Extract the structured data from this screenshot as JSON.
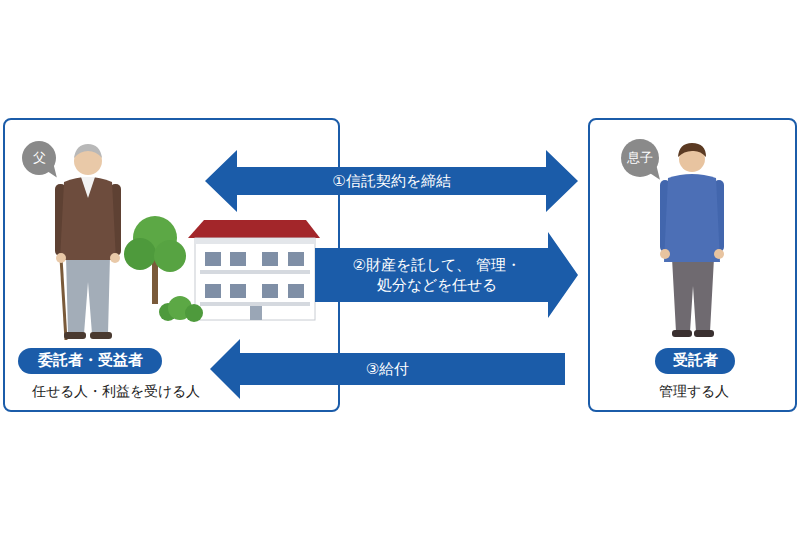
{
  "diagram": {
    "nodes": [
      {
        "text": [
          "任せる人・利益を受ける人"
        ]
      },
      {
        "text": [
          "父"
        ],
        "in": 0
      },
      {
        "text": [
          "委託者・受益者"
        ],
        "in": 0
      },
      {
        "text": [
          "管理する人"
        ]
      },
      {
        "text": [
          "息子"
        ],
        "in": 3
      },
      {
        "text": [
          "受託者"
        ],
        "in": 3
      }
    ],
    "edges": [
      {
        "from": 0,
        "to": 3,
        "arrow": "both",
        "label": "①信託契約を締結"
      },
      {
        "from": 0,
        "to": 3,
        "arrow": "to",
        "label": "②財産を託して、 管理・処分などを任せる"
      },
      {
        "from": 3,
        "to": 0,
        "arrow": "to",
        "label": "③給付"
      }
    ]
  }
}
